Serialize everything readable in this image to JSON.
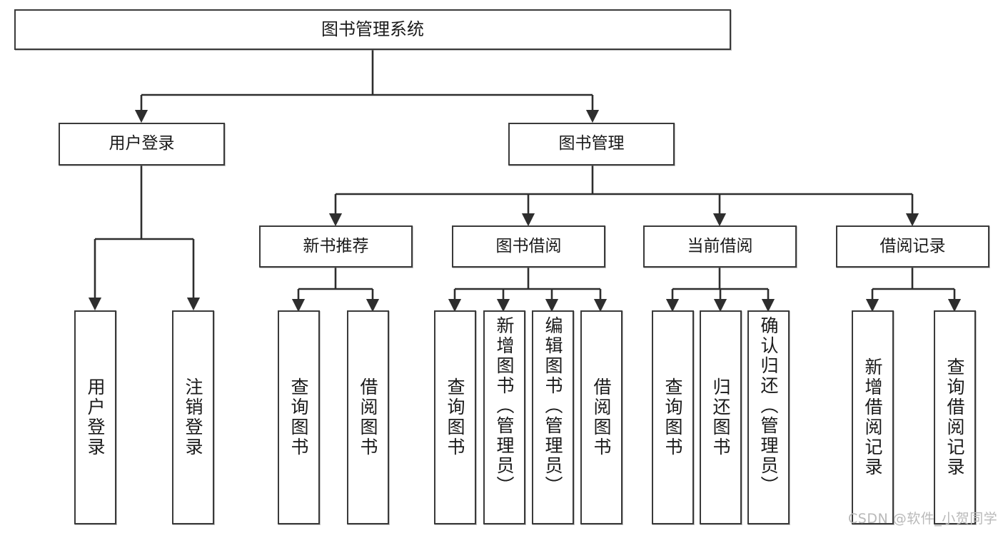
{
  "diagram": {
    "title": "图书管理系统",
    "type": "tree-hierarchy",
    "watermark": "CSDN @软件_小贺同学",
    "colors": {
      "border": "#3a3a3a",
      "background": "#ffffff",
      "text": "#1a1a1a",
      "watermark": "#b9b9b9"
    },
    "nodes": {
      "root": {
        "label": "图书管理系统"
      },
      "level2": [
        {
          "label": "用户登录"
        },
        {
          "label": "图书管理"
        }
      ],
      "level3": [
        {
          "label": "新书推荐"
        },
        {
          "label": "图书借阅"
        },
        {
          "label": "当前借阅"
        },
        {
          "label": "借阅记录"
        }
      ],
      "leaves_user_login": [
        {
          "label": "用户登录"
        },
        {
          "label": "注销登录"
        }
      ],
      "leaves_new_book": [
        {
          "label": "查询图书"
        },
        {
          "label": "借阅图书"
        }
      ],
      "leaves_borrow": [
        {
          "label": "查询图书"
        },
        {
          "label": "新增图书（管理员）"
        },
        {
          "label": "编辑图书（管理员）"
        },
        {
          "label": "借阅图书"
        }
      ],
      "leaves_current": [
        {
          "label": "查询图书"
        },
        {
          "label": "归还图书"
        },
        {
          "label": "确认归还（管理员）"
        }
      ],
      "leaves_records": [
        {
          "label": "新增借阅记录"
        },
        {
          "label": "查询借阅记录"
        }
      ]
    }
  }
}
